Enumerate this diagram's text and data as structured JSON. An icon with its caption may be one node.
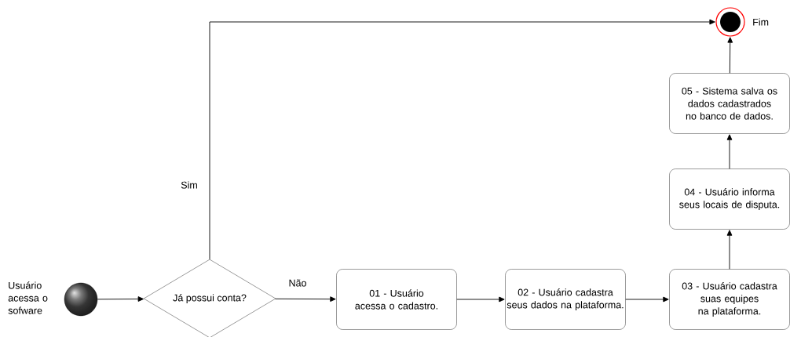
{
  "diagram": {
    "nodes": [
      {
        "text": [],
        "shape": "circle",
        "beside": [
          "Usuário acessa o sofware"
        ]
      },
      {
        "text": [
          "Já possui conta?"
        ]
      },
      {
        "text": [
          "01 - Usuário acessa o cadastro."
        ]
      },
      {
        "text": [
          "02 - Usuário cadastra seus dados na plataforma."
        ]
      },
      {
        "text": [
          "03 - Usuário cadastra suas equipes na plataforma."
        ]
      },
      {
        "text": [
          "04 - Usuário informa seus locais de disputa."
        ]
      },
      {
        "text": [
          "05 - Sistema salva os dados cadastrados no banco de dados."
        ]
      },
      {
        "text": [],
        "shape": "circle",
        "beside": [
          "Fim"
        ]
      }
    ],
    "edges": [
      {
        "from": 0,
        "to": 1,
        "arrow": "to"
      },
      {
        "from": 1,
        "to": 2,
        "arrow": "to",
        "label": "Não"
      },
      {
        "from": 2,
        "to": 3,
        "arrow": "to"
      },
      {
        "from": 3,
        "to": 4,
        "arrow": "to"
      },
      {
        "from": 4,
        "to": 5,
        "arrow": "to"
      },
      {
        "from": 5,
        "to": 6,
        "arrow": "to"
      },
      {
        "from": 6,
        "to": 7,
        "arrow": "to"
      },
      {
        "from": 1,
        "to": 7,
        "arrow": "to",
        "label": "Sim"
      }
    ]
  }
}
